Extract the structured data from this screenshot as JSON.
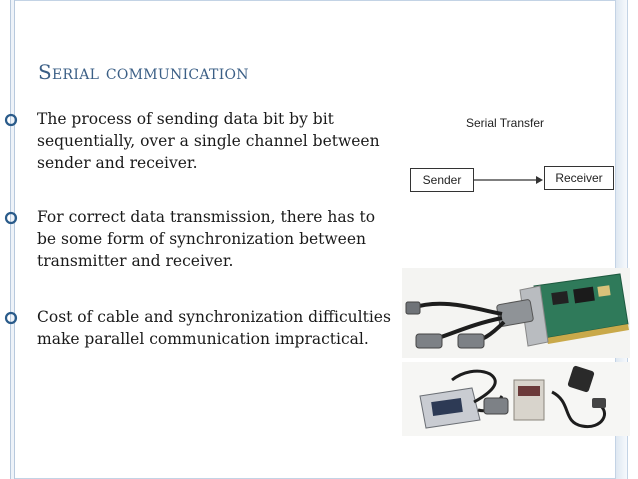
{
  "slide": {
    "title": "Serial communication",
    "bullets": [
      {
        "text": "The process of sending data bit by bit sequentially, over a single channel between sender and receiver."
      },
      {
        "text": "For correct data transmission, there has to be some form of synchronization between transmitter and receiver."
      },
      {
        "text": "Cost of cable and synchronization difficulties make parallel communication impractical."
      }
    ]
  },
  "diagram": {
    "title": "Serial Transfer",
    "sender_label": "Sender",
    "receiver_label": "Receiver"
  },
  "images": {
    "photo_top": "serial-card-cables-photo",
    "photo_bottom": "pc-card-serial-adapter-photo"
  },
  "colors": {
    "title": "#3b5f86",
    "bullet": "#2a5b8a",
    "frame": "#c3d3e5"
  }
}
